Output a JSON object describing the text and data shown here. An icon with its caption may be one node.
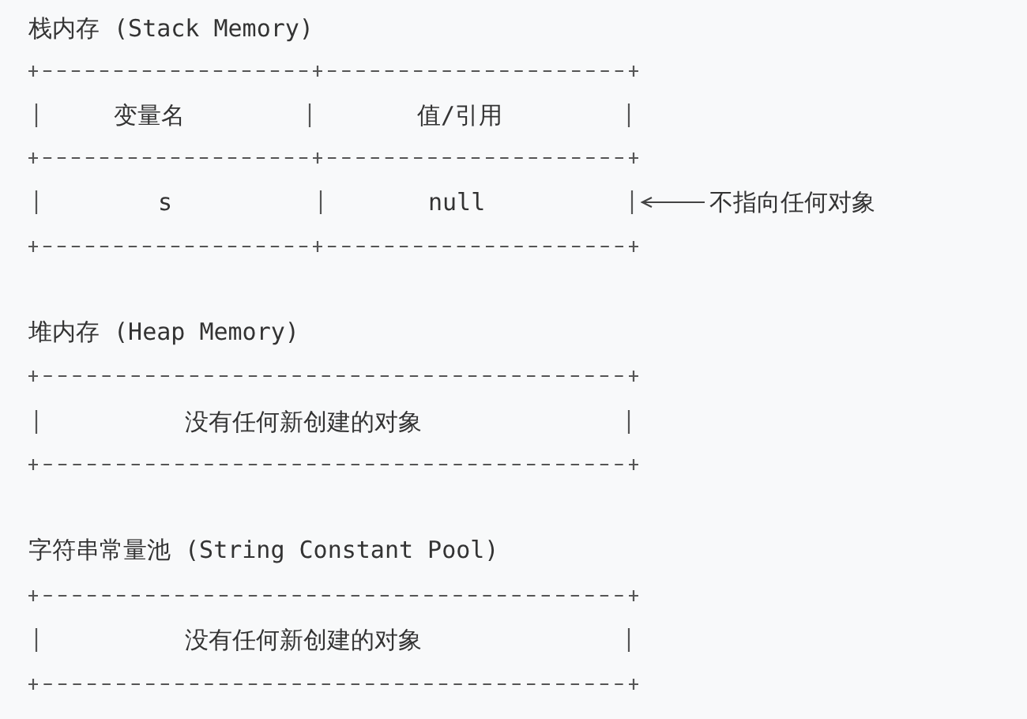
{
  "diagram": {
    "nodes": [
      {
        "text": [
          "栈内存 (Stack Memory)"
        ]
      },
      {
        "text": [
          "变量名"
        ],
        "in": 0
      },
      {
        "text": [
          "值/引用"
        ],
        "in": 0
      },
      {
        "text": [
          "s"
        ],
        "in": 0
      },
      {
        "text": [
          "null"
        ],
        "in": 0
      },
      {
        "text": [
          "不指向任何对象"
        ]
      },
      {
        "text": [
          "堆内存 (Heap Memory)",
          "没有任何新创建的对象"
        ]
      },
      {
        "text": [
          "字符串常量池 (String Constant Pool)",
          "没有任何新创建的对象"
        ]
      }
    ],
    "edges": [
      {
        "from": 5,
        "to": 4,
        "arrow": "to"
      }
    ]
  }
}
